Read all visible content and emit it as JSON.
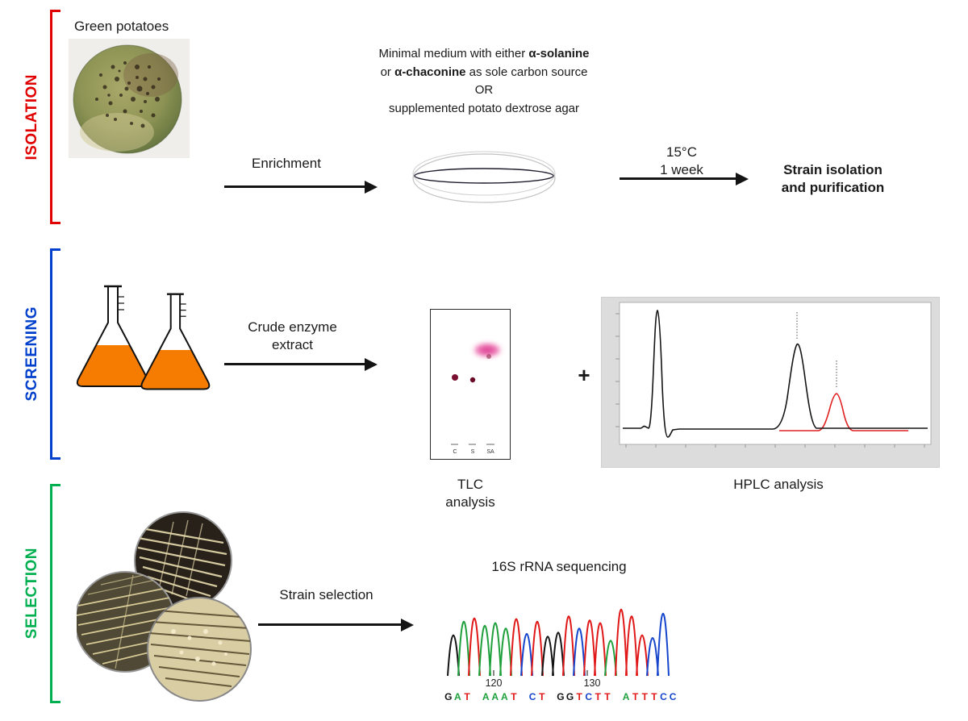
{
  "sections": [
    {
      "label": "ISOLATION",
      "color": "#e00000"
    },
    {
      "label": "SCREENING",
      "color": "#0040cc"
    },
    {
      "label": "SELECTION",
      "color": "#00b050"
    }
  ],
  "isolation": {
    "potato_label": "Green potatoes",
    "medium_note": {
      "l1a": "Minimal medium with either ",
      "l1b": "α-solanine",
      "l2a": "or ",
      "l2b": "α-chaconine",
      "l2c": " as sole carbon source",
      "l3": "OR",
      "l4": "supplemented potato dextrose agar"
    },
    "enrichment_label": "Enrichment",
    "temp_label": "15°C",
    "time_label": "1 week",
    "result_line1": "Strain isolation",
    "result_line2": "and purification"
  },
  "screening": {
    "extract_line1": "Crude enzyme",
    "extract_line2": "extract",
    "plus": "+",
    "tlc_lanes": [
      "C",
      "S",
      "SA"
    ],
    "tlc_caption_line1": "TLC",
    "tlc_caption_line2": "analysis",
    "hplc_caption": "HPLC analysis"
  },
  "selection": {
    "strain_selection_label": "Strain selection",
    "sequencing_label": "16S rRNA sequencing",
    "tick_labels": [
      "120",
      "130"
    ],
    "sequence": "GAT AAAT CT GGTCTT ATTTCC",
    "base_colors": {
      "A": "#1fa03c",
      "T": "#e01818",
      "G": "#151515",
      "C": "#1545cc"
    },
    "peak_heights": [
      0.6,
      0.8,
      0.85,
      0.74,
      0.78,
      0.7,
      0.84,
      0.62,
      0.8,
      0.58,
      0.64,
      0.88,
      0.7,
      0.82,
      0.78,
      0.52,
      0.98,
      0.88,
      0.6,
      0.56,
      0.92
    ]
  }
}
